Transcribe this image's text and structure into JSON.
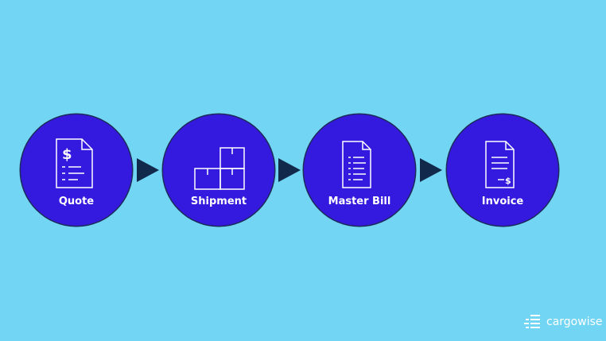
{
  "steps": [
    {
      "label": "Quote",
      "icon": "quote-document-icon"
    },
    {
      "label": "Shipment",
      "icon": "boxes-icon"
    },
    {
      "label": "Master Bill",
      "icon": "document-icon"
    },
    {
      "label": "Invoice",
      "icon": "invoice-icon"
    }
  ],
  "brand": {
    "name": "cargowise"
  },
  "colors": {
    "background": "#72d5f3",
    "circle": "#3419de",
    "arrow": "#112a4c"
  }
}
